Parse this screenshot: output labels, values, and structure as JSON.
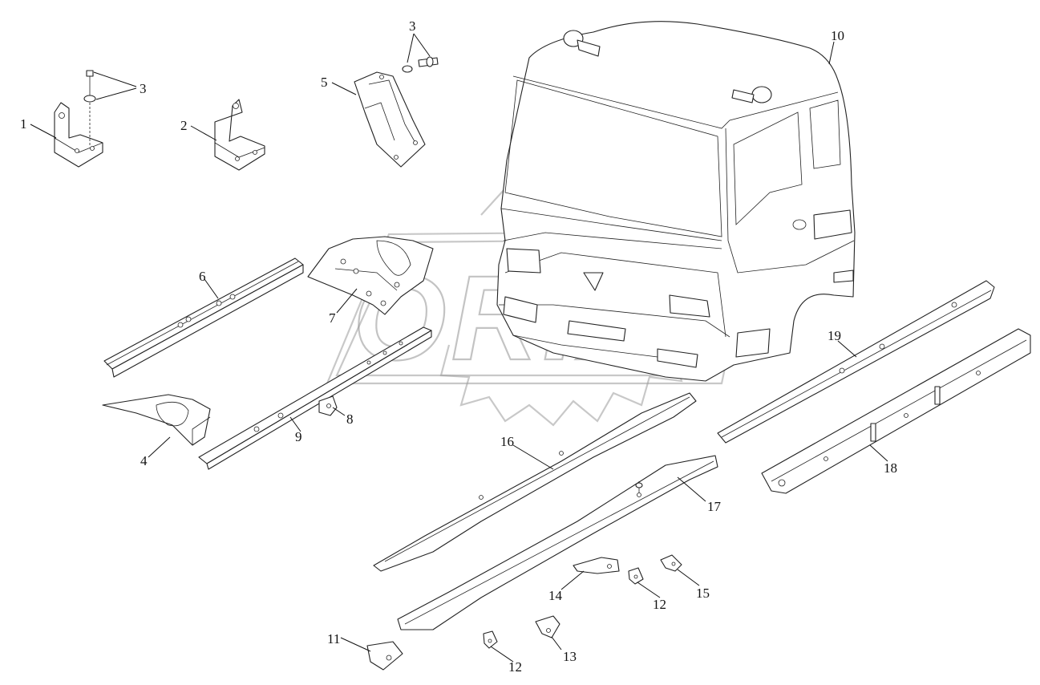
{
  "watermark": {
    "text": "ORIX"
  },
  "callouts": [
    {
      "key": "c1",
      "text": "1"
    },
    {
      "key": "c2",
      "text": "2"
    },
    {
      "key": "c3a",
      "text": "3"
    },
    {
      "key": "c3b",
      "text": "3"
    },
    {
      "key": "c4",
      "text": "4"
    },
    {
      "key": "c5",
      "text": "5"
    },
    {
      "key": "c6",
      "text": "6"
    },
    {
      "key": "c7",
      "text": "7"
    },
    {
      "key": "c8",
      "text": "8"
    },
    {
      "key": "c9",
      "text": "9"
    },
    {
      "key": "c10",
      "text": "10"
    },
    {
      "key": "c11",
      "text": "11"
    },
    {
      "key": "c12a",
      "text": "12"
    },
    {
      "key": "c12b",
      "text": "12"
    },
    {
      "key": "c13",
      "text": "13"
    },
    {
      "key": "c14",
      "text": "14"
    },
    {
      "key": "c15",
      "text": "15"
    },
    {
      "key": "c16",
      "text": "16"
    },
    {
      "key": "c17",
      "text": "17"
    },
    {
      "key": "c18",
      "text": "18"
    },
    {
      "key": "c19",
      "text": "19"
    }
  ]
}
